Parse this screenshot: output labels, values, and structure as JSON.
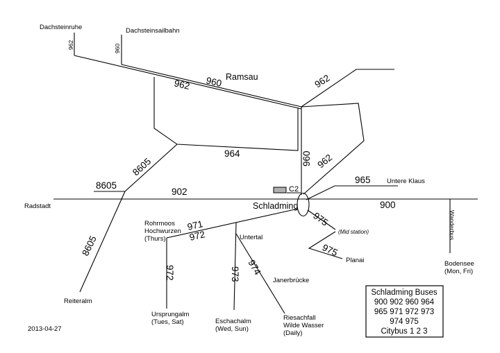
{
  "diagram": {
    "date": "2013-04-27",
    "routes": {
      "r900": "900",
      "r902": "902",
      "r960": "960",
      "r962": "962",
      "r964": "964",
      "r965": "965",
      "r971": "971",
      "r972": "972",
      "r973": "973",
      "r974": "974",
      "r975": "975",
      "r8605": "8605",
      "c2": "C2",
      "wanderbus": "Wanderbus"
    },
    "stops": {
      "dachsteinruhe": "Dachsteinruhe",
      "dachsteinsailbahn": "Dachsteinsailbahn",
      "ramsau": "Ramsau",
      "radstadt": "Radstadt",
      "schladming": "Schladming",
      "untere_klaus": "Untere Klaus",
      "reiteralm": "Reiteralm",
      "rohrmoos1": "Rohrmoos",
      "rohrmoos2": "Hochwurzen",
      "rohrmoos3": "(Thurs)",
      "untertal": "Untertal",
      "ursprungalm1": "Ursprungalm",
      "ursprungalm2": "(Tues, Sat)",
      "eschachalm1": "Eschachalm",
      "eschachalm2": "(Wed, Sun)",
      "janerbruecke": "Janerbrücke",
      "riesachfall1": "Riesachfall",
      "riesachfall2": "Wilde Wasser",
      "riesachfall3": "(Daily)",
      "midstation": "(Mid station)",
      "planai": "Planai",
      "bodensee1": "Bodensee",
      "bodensee2": "(Mon, Fri)"
    },
    "legend": {
      "title": "Schladming Buses",
      "row1": "900 902 960 964",
      "row2": "965 971 972 973",
      "row3": "974 975",
      "row4": "Citybus 1 2 3"
    },
    "colors": {
      "line": "#000000",
      "background": "#ffffff",
      "station_marker": "#b0b0b0"
    }
  }
}
